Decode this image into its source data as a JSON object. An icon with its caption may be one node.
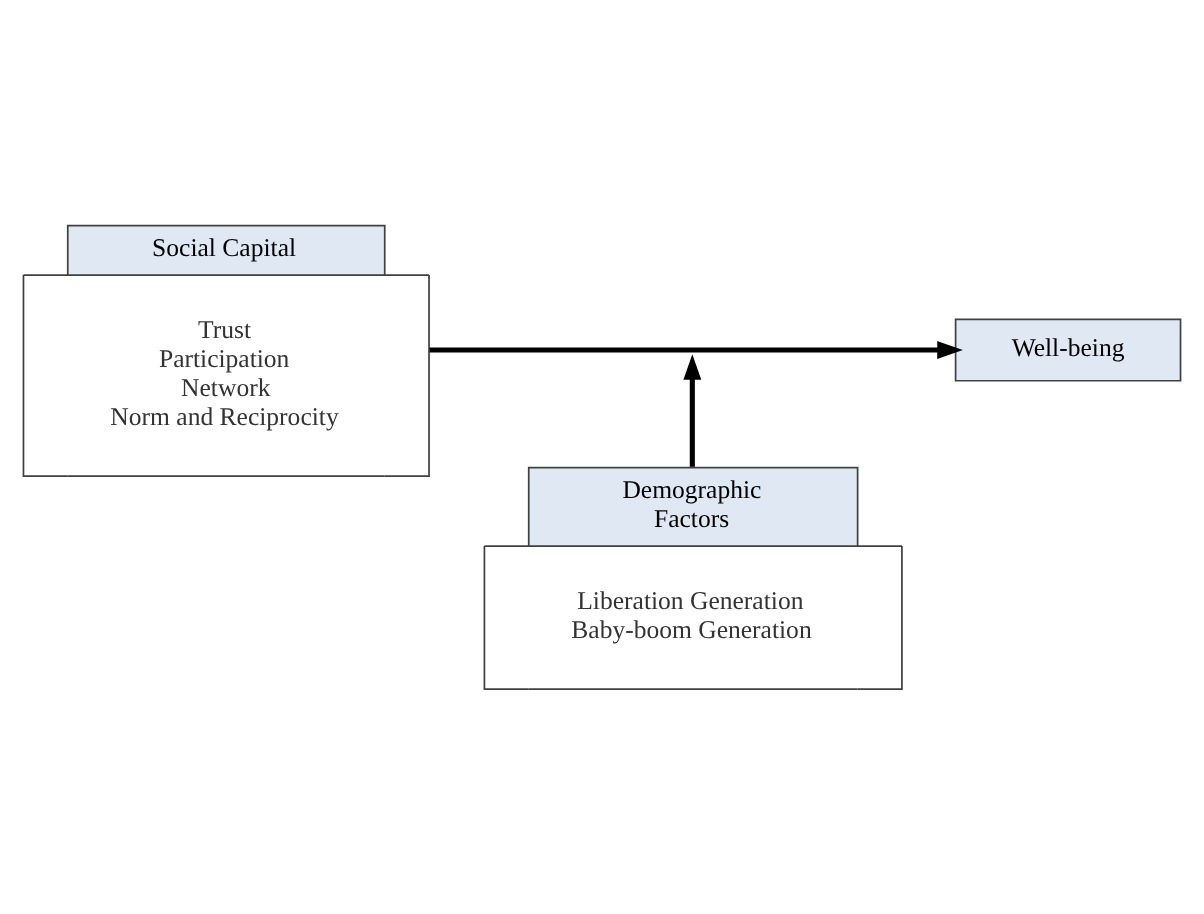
{
  "diagram": {
    "nodes": [
      {
        "text": [
          "Social Capital",
          "Trust",
          "Participation",
          "Network",
          "Norm and Reciprocity"
        ]
      },
      {
        "text": [
          "Well-being"
        ]
      },
      {
        "text": [
          "Demographic Factors",
          "Liberation Generation",
          "Baby-boom Generation"
        ]
      }
    ],
    "edges": [
      {
        "from": 0,
        "to": 1,
        "arrow": "to"
      },
      {
        "from": 2,
        "to": null,
        "arrow": "to"
      }
    ]
  }
}
